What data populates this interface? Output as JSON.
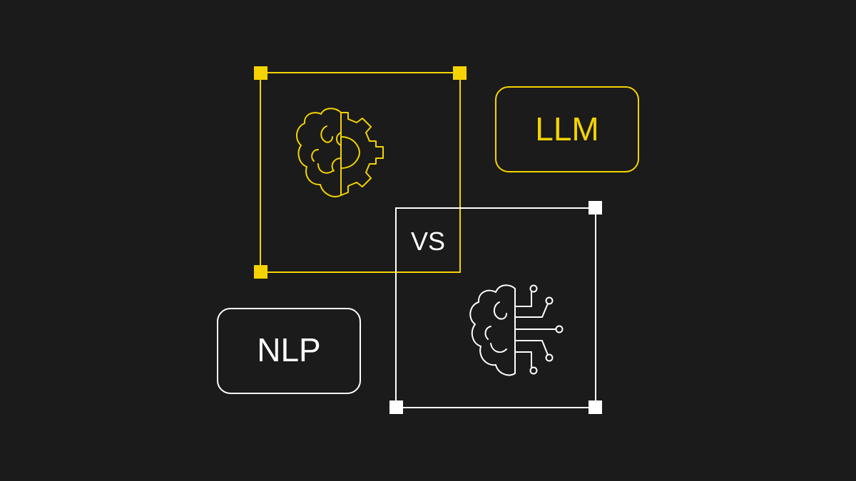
{
  "labels": {
    "llm": "LLM",
    "nlp": "NLP",
    "vs": "VS"
  },
  "colors": {
    "background": "#1b1b1b",
    "yellow": "#f5d300",
    "white": "#ffffff"
  },
  "icons": {
    "yellow_box_icon": "brain-gear-icon",
    "white_box_icon": "brain-circuit-icon"
  }
}
